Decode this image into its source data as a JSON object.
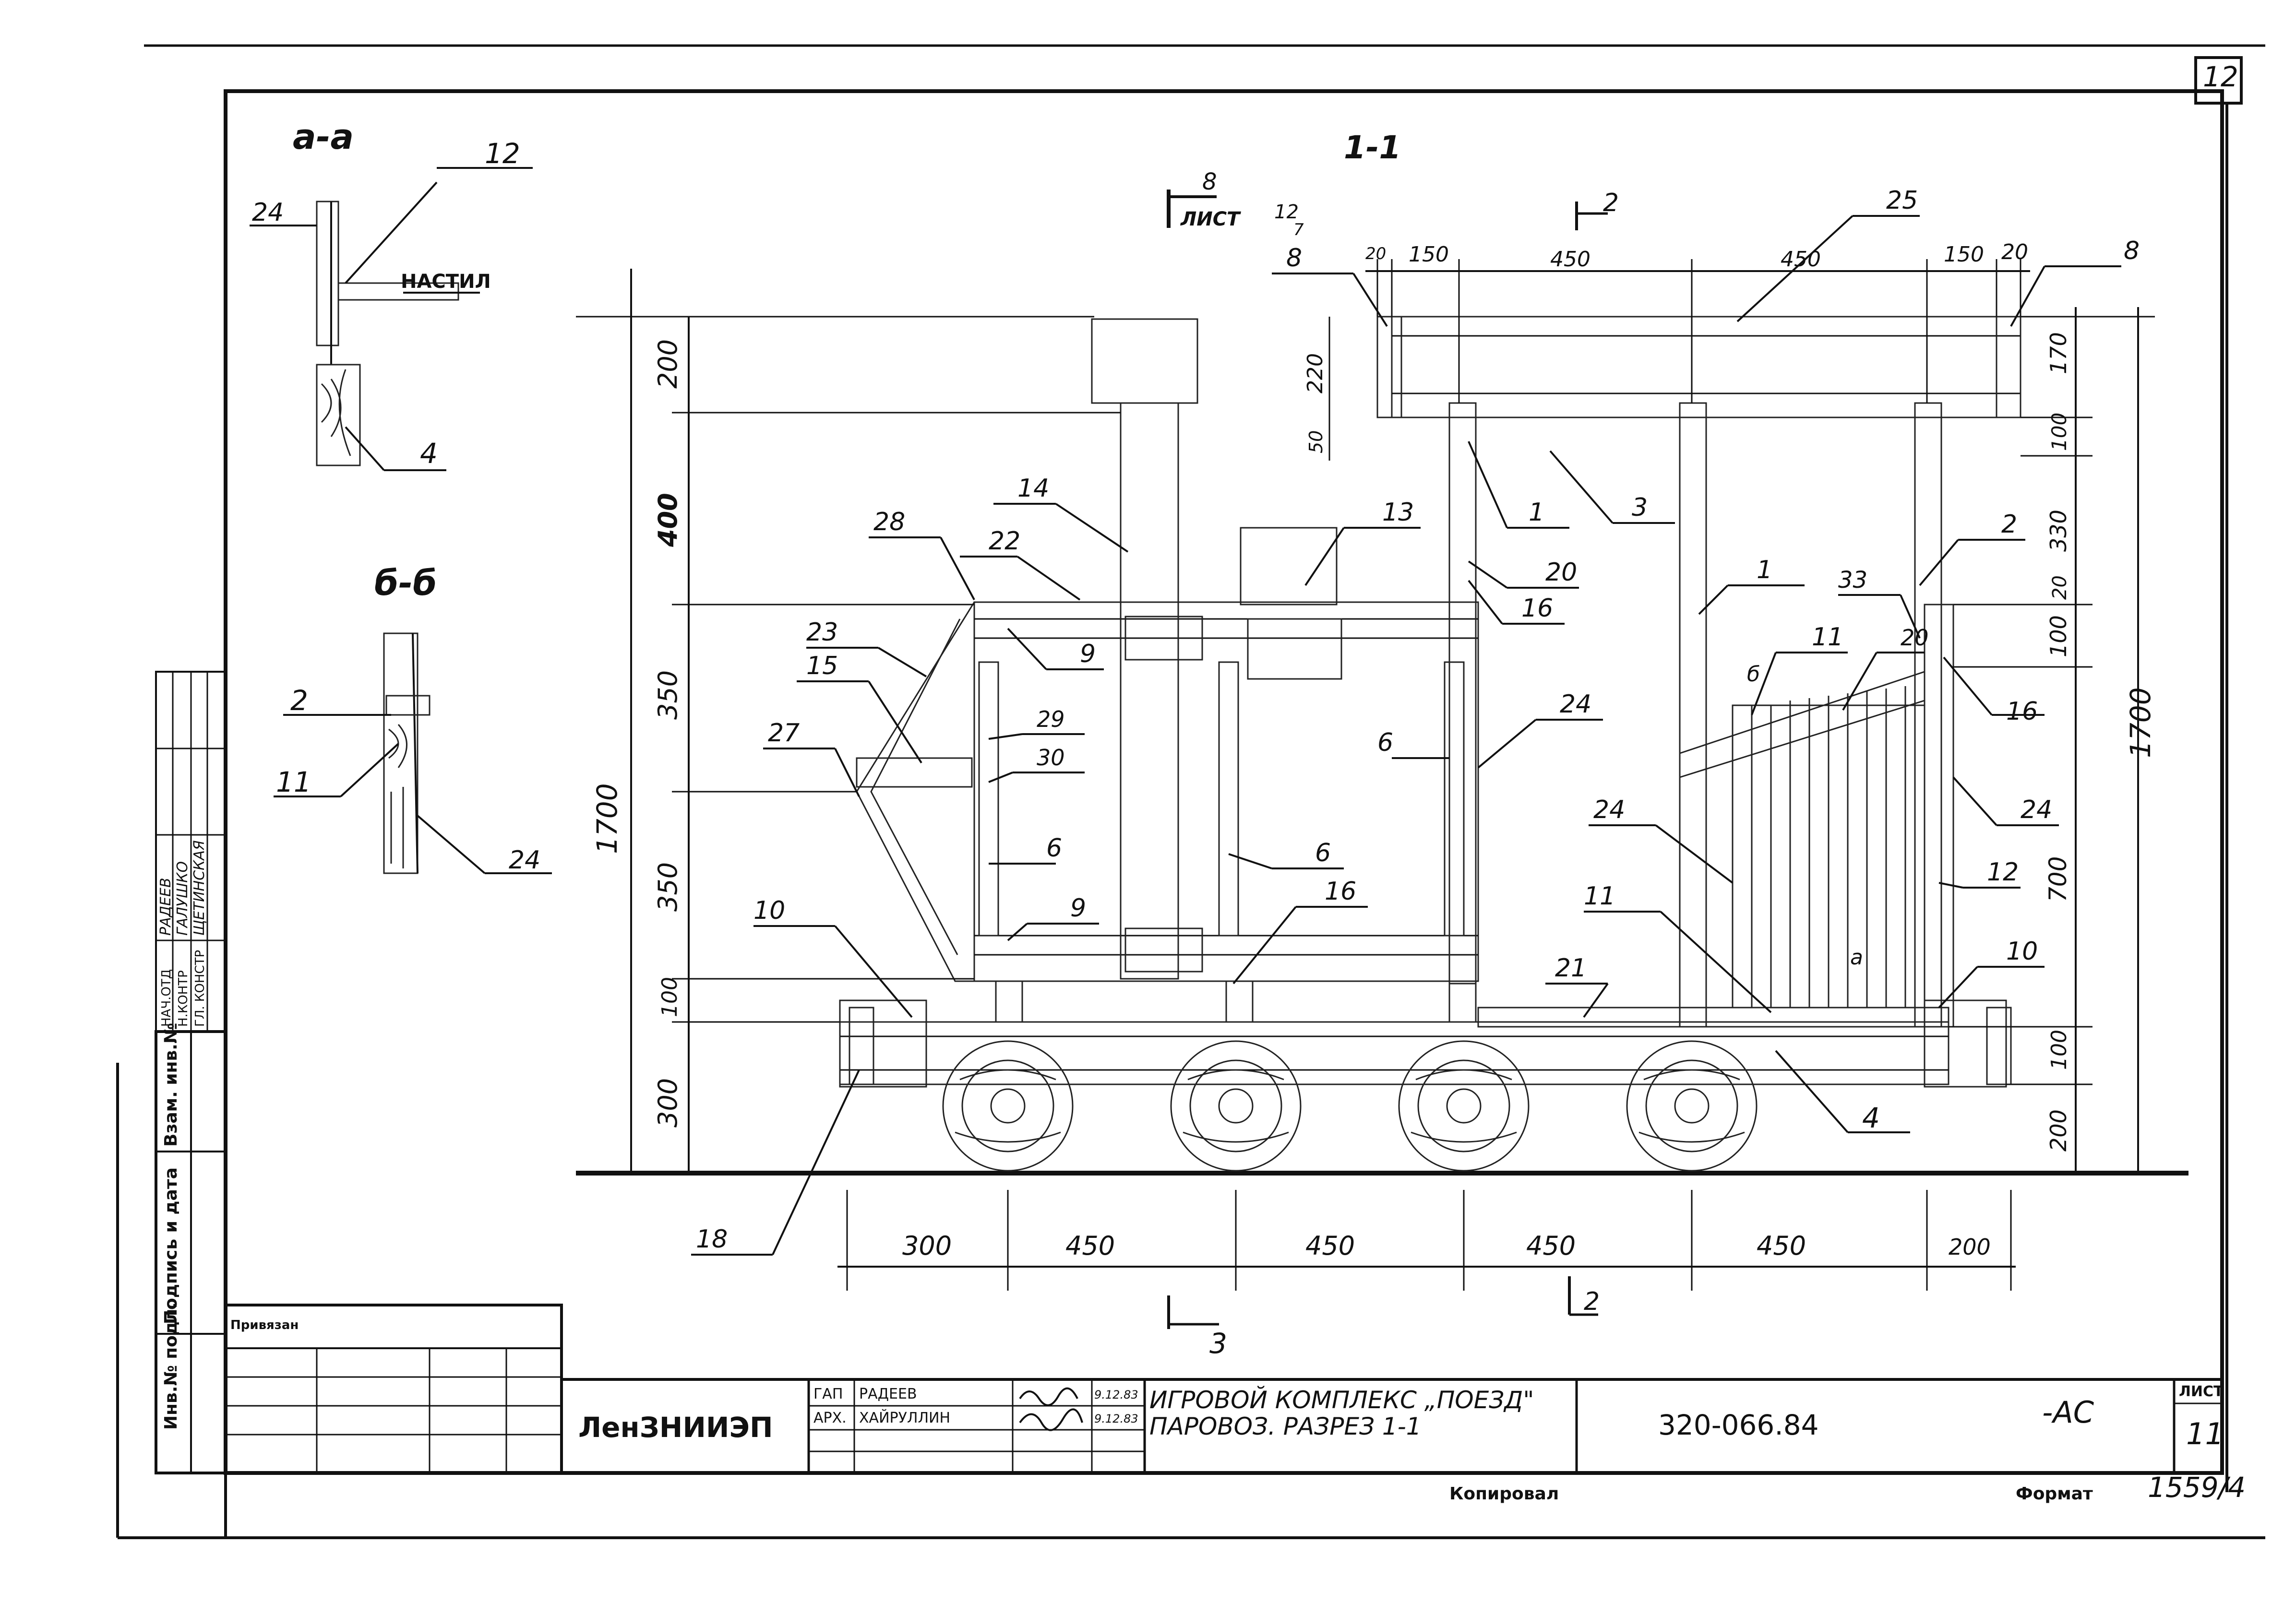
{
  "sheet": {
    "corner_number": "12",
    "sheet_number": "11",
    "sheet_label": "ЛИСТ",
    "bottom_copied": "Копировал",
    "bottom_format": "Формат",
    "bottom_ref": "1559/4"
  },
  "title_block": {
    "org": "ЛенЗНИИЭП",
    "title_line1": "ИГРОВОЙ КОМПЛЕКС „ПОЕЗД\"",
    "title_line2": "ПАРОВОЗ. РАЗРЕЗ 1-1",
    "code": "320-066.84",
    "stage": "-АС",
    "privyazan": "Привязан",
    "rows": [
      {
        "role": "ГАП",
        "name": "РАДЕЕВ",
        "date": "9.12.83"
      },
      {
        "role": "АРХ.",
        "name": "ХАЙРУЛЛИН",
        "date": "9.12.83"
      }
    ]
  },
  "side_stamp": {
    "labels": [
      "Инв.№ подл.",
      "Подпись и дата",
      "Взам. инв.№"
    ],
    "roles": [
      "ГЛ. КОНСТР",
      "Н.КОНТР",
      "НАЧ.ОТД"
    ],
    "names": [
      "ЩЕТИНСКАЯ",
      "ГАЛУШКО",
      "РАДЕЕВ"
    ]
  },
  "section_aa": {
    "title": "а-а",
    "labels": {
      "n12": "12",
      "n24": "24",
      "nastil": "НАСТИЛ",
      "n4": "4"
    }
  },
  "section_bb": {
    "title": "б-б",
    "labels": {
      "n2": "2",
      "n11": "11",
      "n24": "24"
    }
  },
  "main": {
    "title": "1-1",
    "sheet_ref": "8",
    "sheet_ref_label": "ЛИСТ",
    "sheet_ref_num": "12",
    "sheet_ref_sub": "7",
    "cut_2_top": "2",
    "cut_2_bottom": "2",
    "cut_3": "3",
    "cut_a_right": "а",
    "cut_b_right": "б",
    "callouts": [
      "1",
      "1",
      "2",
      "3",
      "4",
      "6",
      "6",
      "6",
      "8",
      "8",
      "9",
      "9",
      "10",
      "10",
      "11",
      "11",
      "12",
      "13",
      "14",
      "15",
      "16",
      "16",
      "16",
      "18",
      "20",
      "20",
      "21",
      "22",
      "23",
      "24",
      "24",
      "24",
      "25",
      "27",
      "28",
      "29",
      "30",
      "33"
    ],
    "dims_bottom": [
      "300",
      "450",
      "450",
      "450",
      "450",
      "200"
    ],
    "dims_top": [
      "20",
      "150",
      "450",
      "450",
      "150",
      "20"
    ],
    "dims_left": [
      "200",
      "400",
      "350",
      "350",
      "100",
      "300"
    ],
    "dim_left_total": "1700",
    "dims_right": [
      "170",
      "100",
      "330",
      "20",
      "100",
      "700",
      "100",
      "200"
    ],
    "dim_right_total": "1700",
    "dims_cab_left": [
      "220",
      "50"
    ]
  }
}
